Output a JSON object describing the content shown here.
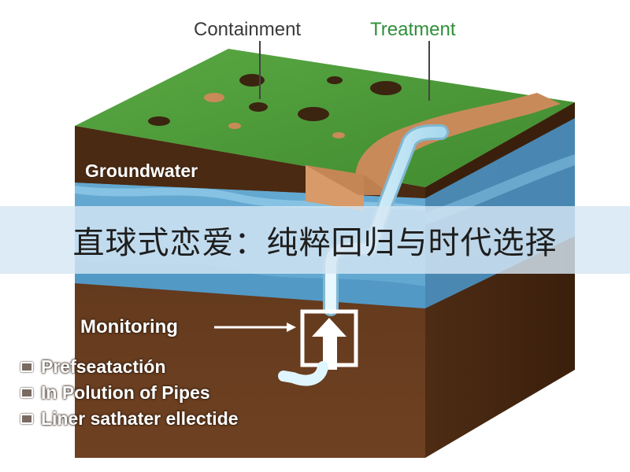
{
  "labels": {
    "containment": "Containment",
    "treatment": "Treatment",
    "groundwater": "Groundwater",
    "monitoring": "Monitoring"
  },
  "legend": {
    "items": [
      {
        "label": "Prefseatactión"
      },
      {
        "label": "In Polution of Pipes"
      },
      {
        "label": "Liner sathater ellectide"
      }
    ]
  },
  "banner": {
    "title": "直球式恋爱：纯粹回归与时代选择"
  },
  "colors": {
    "grass": "#4f9a3c",
    "soil": "#6b3e1f",
    "water": "#5aa6d4",
    "pipe": "#cfeef9",
    "path": "#c98a5a",
    "treatment_label": "#2f8f3a",
    "banner_bg": "#d6e6f4"
  },
  "icons": {
    "monitoring": "up-arrow-icon",
    "bullet": "bullet-icon"
  }
}
